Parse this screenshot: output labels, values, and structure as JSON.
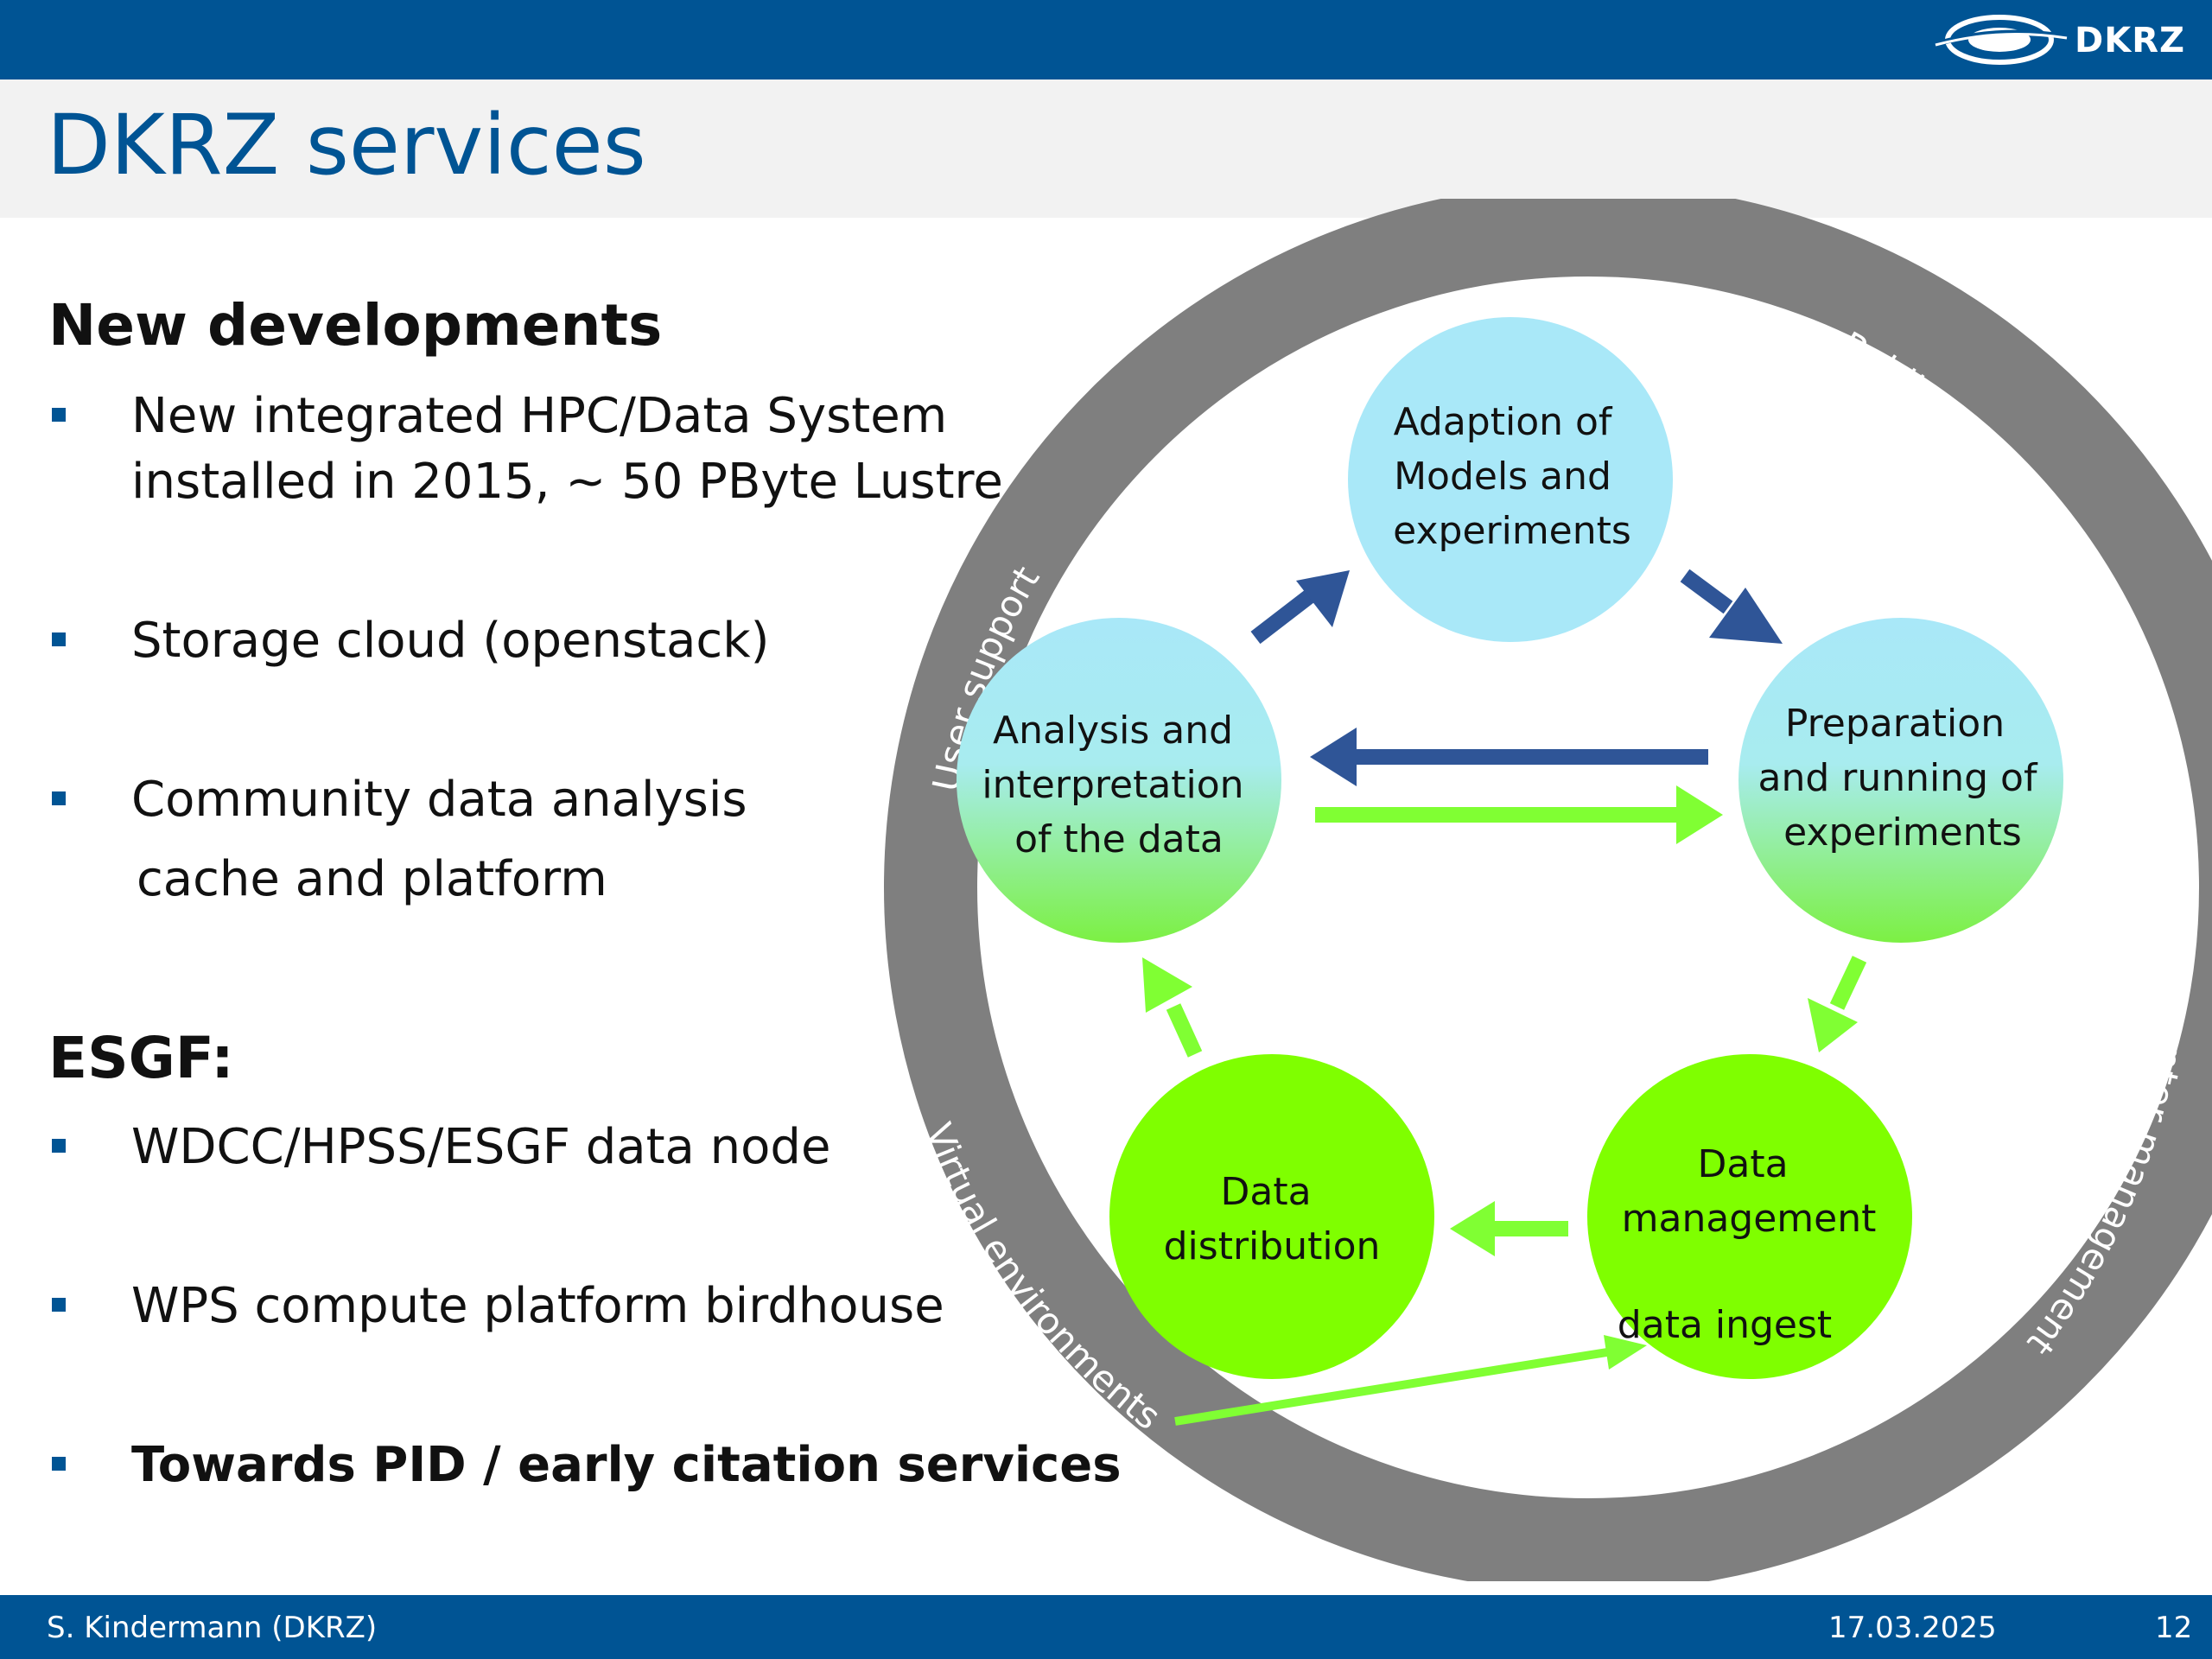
{
  "header": {
    "logo_text": "DKRZ",
    "title": "DKRZ services"
  },
  "left": {
    "new_heading": "New developments",
    "new_items": [
      {
        "line1": "New integrated HPC/Data System",
        "line2": "installed  in 2015, ~ 50 PByte Lustre"
      },
      {
        "line1": "Storage cloud (openstack)"
      },
      {
        "line1": "Community data analysis",
        "line2": "cache and platform"
      }
    ],
    "esgf_heading": "ESGF:",
    "esgf_items": [
      {
        "line1": "WDCC/HPSS/ESGF data node"
      },
      {
        "line1": "WPS compute platform birdhouse"
      },
      {
        "line1": "Towards PID / early citation services"
      }
    ]
  },
  "diagram": {
    "ring_labels": {
      "user_support": "User support",
      "public_relations": "Public relations",
      "data_center_management": "Data center management",
      "virtual_environments": "Virtual environments"
    },
    "nodes": {
      "adaption": [
        "Adaption of",
        "Models and",
        "experiments"
      ],
      "preparation": [
        "Preparation",
        "and running of",
        "experiments"
      ],
      "analysis": [
        "Analysis and",
        "interpretation",
        "of the data"
      ],
      "distribution": [
        "Data",
        "distribution"
      ],
      "management": [
        "Data",
        "management"
      ],
      "ingest": "data ingest"
    },
    "colors": {
      "ring": "#7f7f7f",
      "light_blue": "#a9e8f8",
      "green": "#7fff00",
      "arrow_blue": "#2f5597",
      "arrow_green": "#80ff33"
    }
  },
  "footer": {
    "author": "S. Kindermann (DKRZ)",
    "date": "17.03.2025",
    "page": "12"
  }
}
